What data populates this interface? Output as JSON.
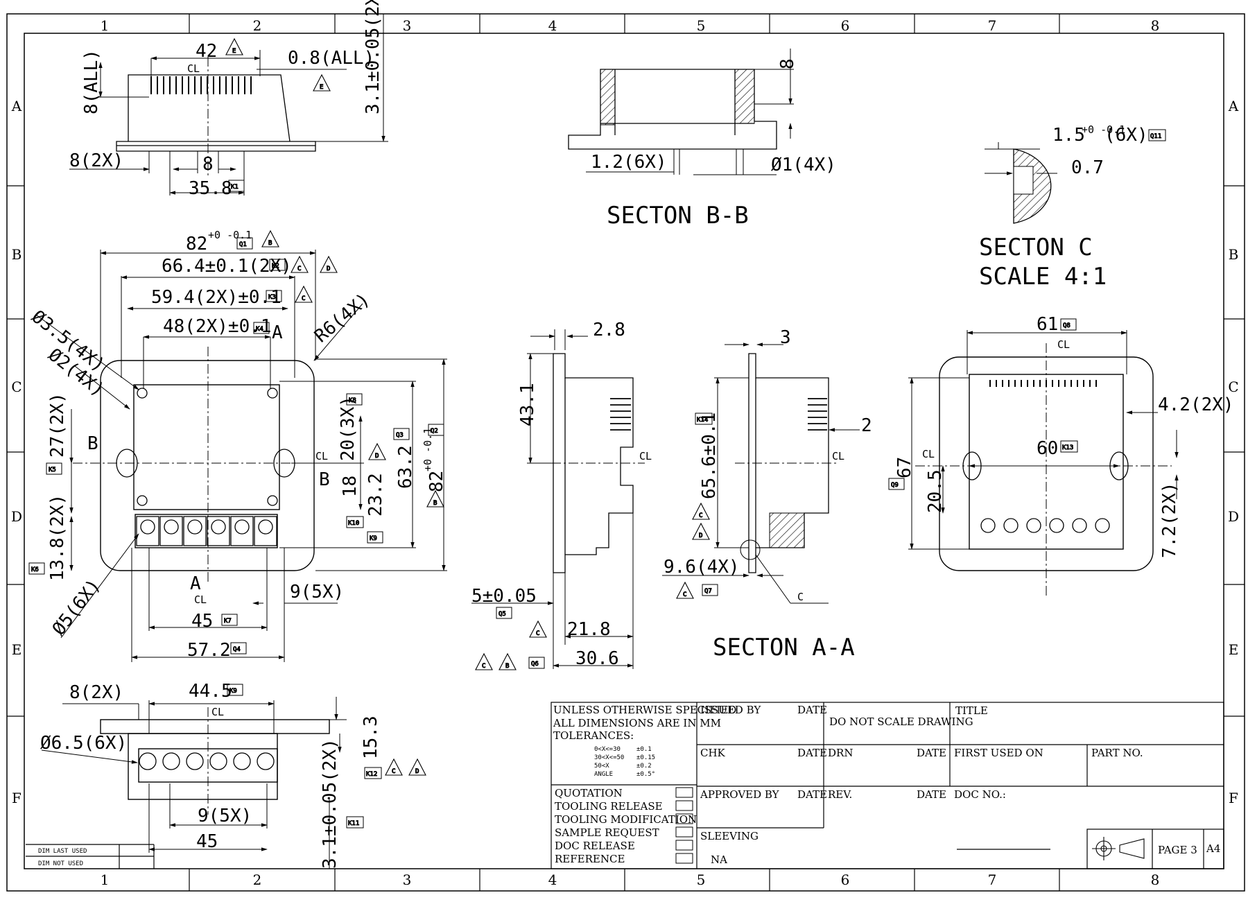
{
  "zones": {
    "columns": [
      "1",
      "2",
      "3",
      "4",
      "5",
      "6",
      "7",
      "8"
    ],
    "rows": [
      "A",
      "B",
      "C",
      "D",
      "E",
      "F"
    ]
  },
  "sections": {
    "bb": "SECTON B-B",
    "c_title": "SECTON C",
    "c_scale": "SCALE 4:1",
    "aa": "SECTON A-A"
  },
  "top_view": {
    "d42": "42",
    "d08": "0.8(ALL)",
    "d8all": "8(ALL)",
    "d8x2": "8(2X)",
    "d8": "8",
    "d358": "35.8",
    "d31": "3.1±0.05(2X)",
    "cl": "CL"
  },
  "bb_view": {
    "d8": "8",
    "d12": "1.2(6X)",
    "d1": "Ø1(4X)"
  },
  "c_view": {
    "d15": "1.5",
    "d15tol": "+0 -0.1",
    "d15x": "(6X)",
    "d07": "0.7"
  },
  "front": {
    "d82": "82",
    "d82tol": "+0 -0.1",
    "d664": "66.4±0.1(2X)",
    "d594": "59.4(2X)±0.1",
    "d48": "48(2X)±0.1",
    "r6": "R6(4X)",
    "d35": "Ø3.5(4X)",
    "d2": "Ø2(4X)",
    "d27": "27(2X)",
    "b": "B",
    "cl": "CL",
    "d20": "20(3X)",
    "d18": "18",
    "d232": "23.2",
    "d632": "63.2",
    "d82v": "82",
    "d82vtol": "+0 -0.1",
    "d138": "13.8(2X)",
    "d5": "Ø5(6X)",
    "a": "A",
    "d9": "9(5X)",
    "d45": "45",
    "d572": "57.2"
  },
  "aa_left": {
    "d28": "2.8",
    "d431": "43.1",
    "cl": "CL",
    "d5": "5±0.05",
    "d218": "21.8",
    "d306": "30.6"
  },
  "aa_right": {
    "d3": "3",
    "d656": "65.6±0.1",
    "d2": "2",
    "cl": "CL",
    "d96": "9.6(4X)",
    "c": "C"
  },
  "right_view": {
    "d61": "61",
    "cl": "CL",
    "d42": "4.2(2X)",
    "d60": "60",
    "d67": "67",
    "d205": "20.5",
    "d72": "7.2(2X)"
  },
  "bottom_view": {
    "d8": "8(2X)",
    "d445": "44.5",
    "cl": "CL",
    "d65": "Ø6.5(6X)",
    "d153": "15.3",
    "d9": "9(5X)",
    "d45": "45",
    "d31": "3.1±0.05(2X)"
  },
  "tags": {
    "K1": "K1",
    "K2": "K2",
    "K3": "K3",
    "K4": "K4",
    "K5": "K5",
    "K6": "K6",
    "K7": "K7",
    "K8": "K8",
    "K9": "K9",
    "K10": "K10",
    "K11": "K11",
    "K12": "K12",
    "K13": "K13",
    "K14": "K14",
    "Q1": "Q1",
    "Q2": "Q2",
    "Q3": "Q3",
    "Q4": "Q4",
    "Q5": "Q5",
    "Q6": "Q6",
    "Q7": "Q7",
    "Q8": "Q8",
    "Q9": "Q9",
    "Q11": "Q11"
  },
  "flags": {
    "A": "A",
    "B": "B",
    "C": "C",
    "D": "D",
    "E": "E"
  },
  "title_block": {
    "tol_head1": "UNLESS OTHERWISE SPECIFIED",
    "tol_head2": "ALL DIMENSIONS ARE IN MM",
    "tol_head3": "TOLERANCES:",
    "tol_rows": [
      {
        "range": "0<X<=30",
        "tol": "±0.1"
      },
      {
        "range": "30<X<=50",
        "tol": "±0.15"
      },
      {
        "range": "50<X",
        "tol": "±0.2"
      },
      {
        "range": "ANGLE",
        "tol": "±0.5°"
      }
    ],
    "issued_by": "ISSUED BY",
    "date": "DATE",
    "do_not_scale": "DO NOT SCALE DRAWING",
    "title": "TITLE",
    "chk": "CHK",
    "drn": "DRN",
    "first_used_on": "FIRST USED ON",
    "part_no": "PART NO.",
    "approved_by": "APPROVED BY",
    "rev": "REV.",
    "doc_no": "DOC NO.:",
    "checklist": [
      "QUOTATION",
      "TOOLING RELEASE",
      "TOOLING MODIFICATION",
      "SAMPLE REQUEST",
      "DOC RELEASE",
      "REFERENCE"
    ],
    "sleeving": "SLEEVING",
    "na": "NA",
    "page": "PAGE 3",
    "size": "A4",
    "dim_last_used": "DIM LAST USED",
    "dim_not_used": "DIM NOT USED"
  }
}
